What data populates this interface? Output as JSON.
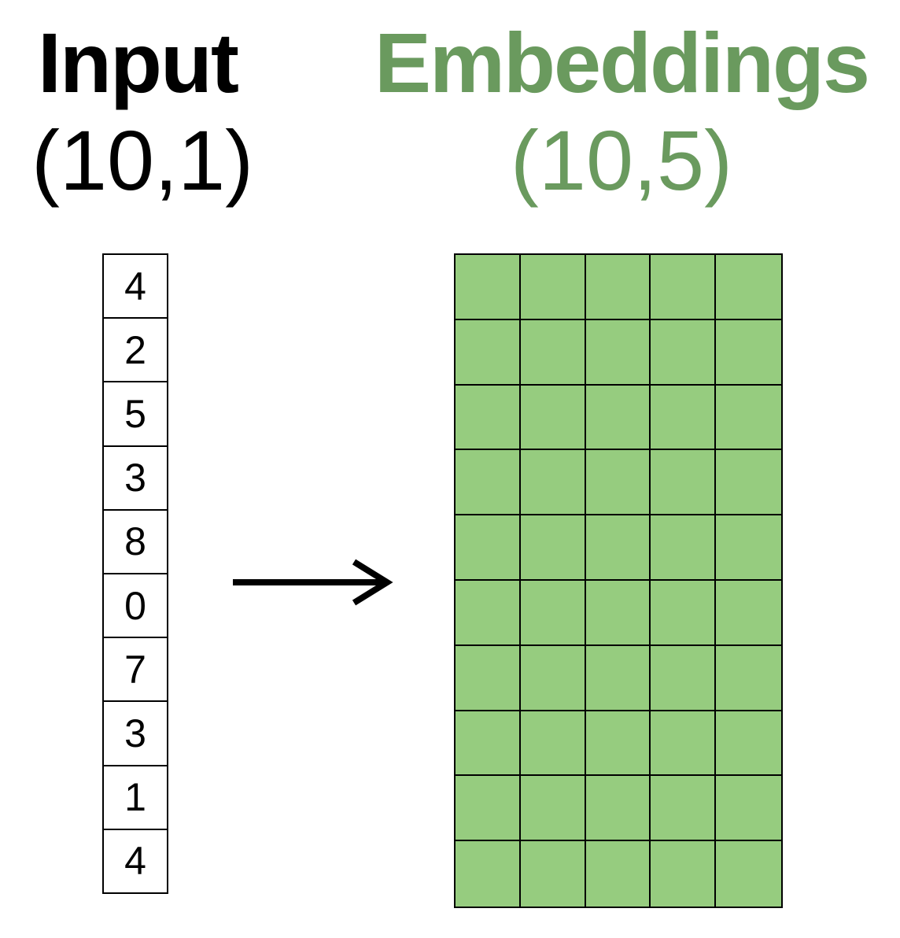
{
  "input": {
    "title": "Input",
    "shape": "(10,1)",
    "values": [
      "4",
      "2",
      "5",
      "3",
      "8",
      "0",
      "7",
      "3",
      "1",
      "4"
    ]
  },
  "embeddings": {
    "title": "Embeddings",
    "shape": "(10,5)",
    "rows": 10,
    "cols": 5
  },
  "colors": {
    "embedding_title": "#6a9a5e",
    "embedding_fill": "#96cc7f",
    "grid_line": "#000000"
  },
  "arrow_icon": "right-arrow-icon"
}
